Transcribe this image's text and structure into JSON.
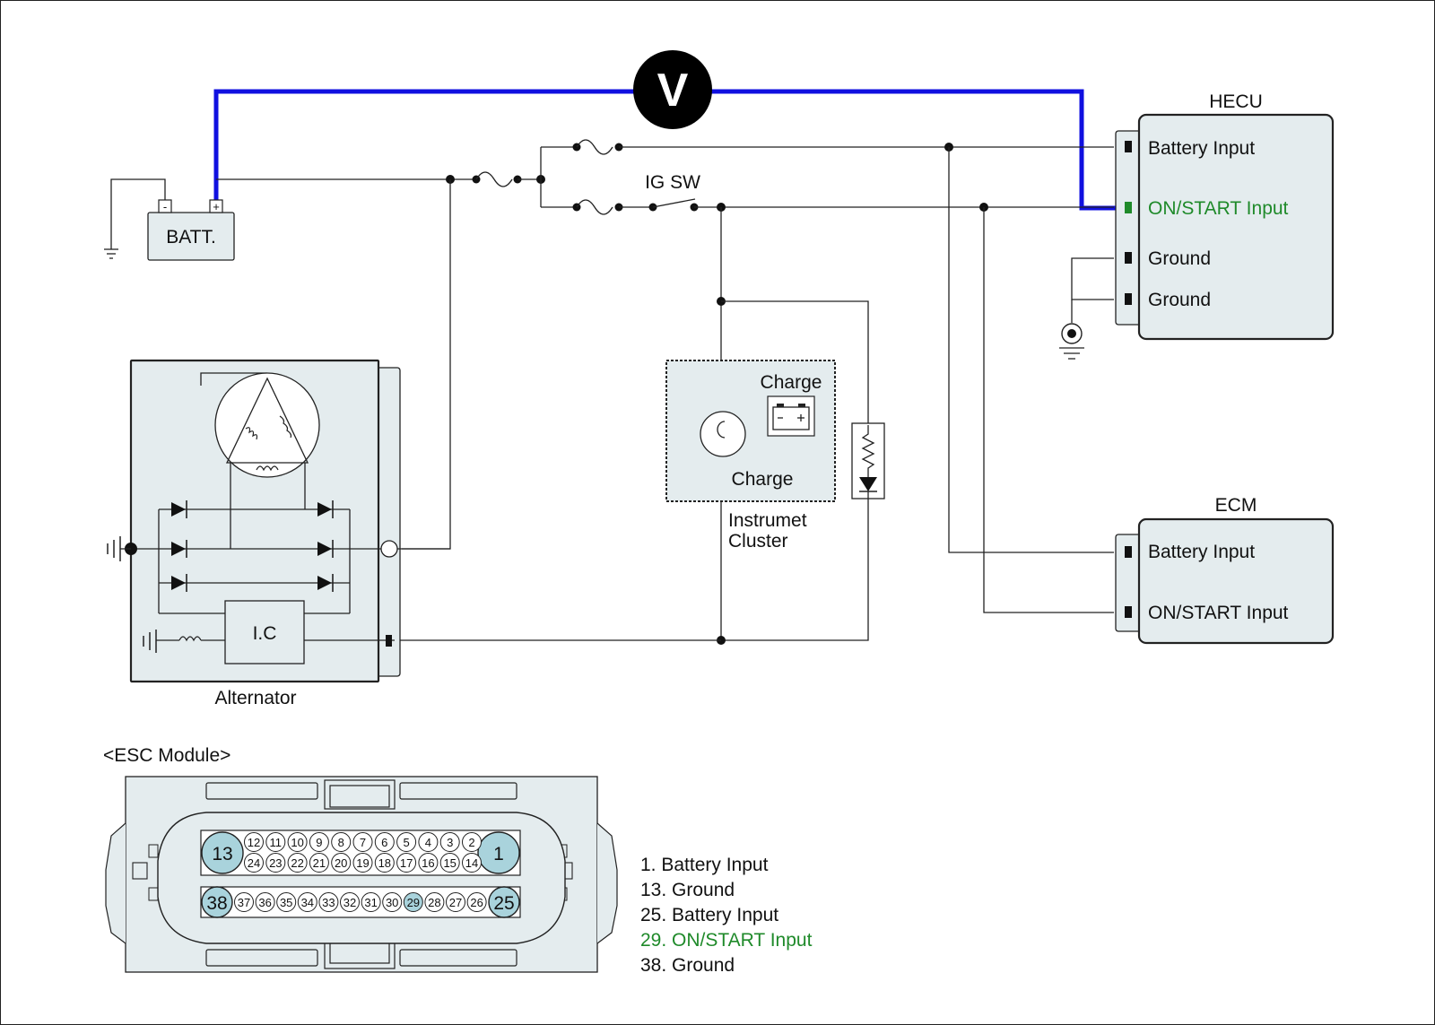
{
  "components": {
    "battery": "BATT.",
    "hecu": "HECU",
    "ecm": "ECM",
    "ig_switch": "IG SW",
    "alternator": "Alternator",
    "alternator_ic": "I.C",
    "cluster_line1": "Instrumet",
    "cluster_line2": "Cluster",
    "charge_label_top": "Charge",
    "charge_label_bottom": "Charge",
    "voltmeter": "V",
    "battery_minus": "-",
    "battery_plus": "+"
  },
  "hecu_terminals": [
    "Battery Input",
    "ON/START Input",
    "Ground",
    "Ground"
  ],
  "ecm_terminals": [
    "Battery Input",
    "ON/START Input"
  ],
  "esc_module": {
    "title": "<ESC Module>",
    "row1_big_left": "13",
    "row1_big_right": "1",
    "row1_top": [
      "12",
      "11",
      "10",
      "9",
      "8",
      "7",
      "6",
      "5",
      "4",
      "3",
      "2"
    ],
    "row1_bottom": [
      "24",
      "23",
      "22",
      "21",
      "20",
      "19",
      "18",
      "17",
      "16",
      "15",
      "14"
    ],
    "row2_big_left": "38",
    "row2_big_right": "25",
    "row2_pins": [
      "37",
      "36",
      "35",
      "34",
      "33",
      "32",
      "31",
      "30",
      "29",
      "28",
      "27",
      "26"
    ],
    "highlight_pin": "29"
  },
  "pin_legend": [
    {
      "text": "1. Battery Input",
      "highlight": false
    },
    {
      "text": "13. Ground",
      "highlight": false
    },
    {
      "text": "25. Battery Input",
      "highlight": false
    },
    {
      "text": "29. ON/START Input",
      "highlight": true
    },
    {
      "text": "38. Ground",
      "highlight": false
    }
  ],
  "colors": {
    "measurement_wire": "#1010e0",
    "highlight_text": "#1f8a2a",
    "module_fill": "#e4ecee",
    "pin_fill": "#a9d3dc"
  }
}
